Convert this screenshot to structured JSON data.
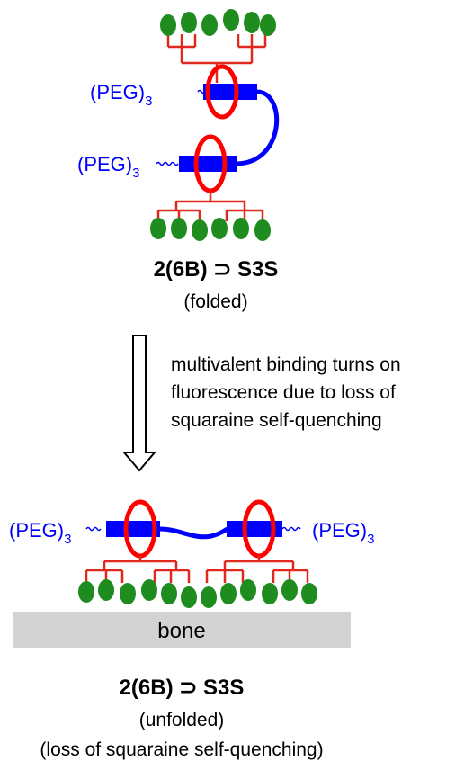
{
  "folded": {
    "peg_top": "(PEG)",
    "peg_top_sub": "3",
    "peg_bottom": "(PEG)",
    "peg_bottom_sub": "3",
    "title": "2(6B) ⊃ S3S",
    "state": "(folded)"
  },
  "transition": {
    "line1": "multivalent binding turns on",
    "line2": "fluorescence due to loss of",
    "line3": "squaraine self-quenching"
  },
  "unfolded": {
    "peg_left": "(PEG)",
    "peg_left_sub": "3",
    "peg_right": "(PEG)",
    "peg_right_sub": "3",
    "surface": "bone",
    "title": "2(6B) ⊃ S3S",
    "state": "(unfolded)",
    "note": "(loss of squaraine self-quenching)"
  },
  "colors": {
    "squaraine": "#0000ff",
    "macrocycle": "#ff0000",
    "dendron": "#e0281c",
    "ligand": "#1e8c1e",
    "bone": "#d3d3d3"
  }
}
